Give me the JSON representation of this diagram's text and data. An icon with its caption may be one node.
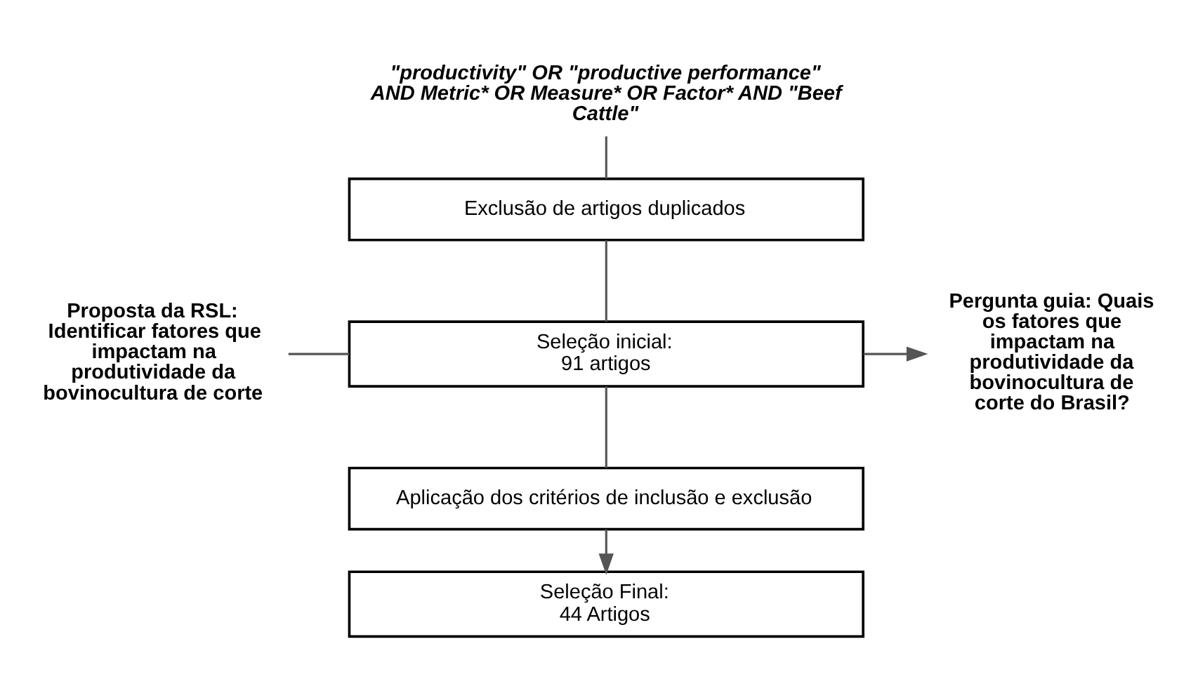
{
  "diagram": {
    "nodes": [
      {
        "text": [
          "\"productivity\" OR \"productive performance\" AND Metric* OR Measure* OR Factor* AND \"Beef Cattle\""
        ]
      },
      {
        "text": [
          "Exclusão de artigos duplicados"
        ]
      },
      {
        "text": [
          "Proposta da RSL: Identificar fatores que impactam na produtividade da bovinocultura de corte"
        ]
      },
      {
        "text": [
          "Seleção inicial: 91 artigos"
        ]
      },
      {
        "text": [
          "Pergunta guia: Quais os fatores que impactam na produtividade da bovinocultura de corte do Brasil?"
        ]
      },
      {
        "text": [
          "Aplicação dos critérios de inclusão e exclusão"
        ]
      },
      {
        "text": [
          "Seleção Final: 44 Artigos"
        ]
      }
    ],
    "edges": [
      {
        "from": 0,
        "to": 1,
        "arrow": "none"
      },
      {
        "from": 1,
        "to": 3,
        "arrow": "none"
      },
      {
        "from": 2,
        "to": 3,
        "arrow": "none"
      },
      {
        "from": 3,
        "to": 4,
        "arrow": "to"
      },
      {
        "from": 3,
        "to": 5,
        "arrow": "none"
      },
      {
        "from": 5,
        "to": 6,
        "arrow": "to"
      }
    ]
  }
}
